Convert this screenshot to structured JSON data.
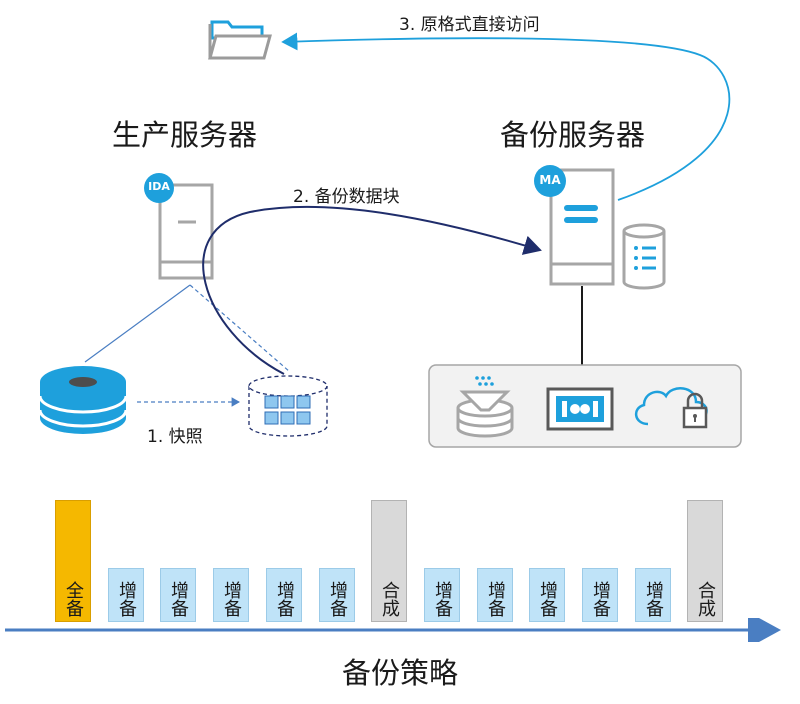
{
  "headings": {
    "production_server": "生产服务器",
    "backup_server": "备份服务器"
  },
  "steps": {
    "snapshot": "1. 快照",
    "backup_blocks": "2. 备份数据块",
    "native_access": "3. 原格式直接访问"
  },
  "badges": {
    "ida": "IDA",
    "ma": "MA"
  },
  "strategy": {
    "title": "备份策略",
    "bars": [
      {
        "type": "full",
        "label": "全备"
      },
      {
        "type": "inc",
        "label": "增备"
      },
      {
        "type": "inc",
        "label": "增备"
      },
      {
        "type": "inc",
        "label": "增备"
      },
      {
        "type": "inc",
        "label": "增备"
      },
      {
        "type": "inc",
        "label": "增备"
      },
      {
        "type": "syn",
        "label": "合成"
      },
      {
        "type": "inc",
        "label": "增备"
      },
      {
        "type": "inc",
        "label": "增备"
      },
      {
        "type": "inc",
        "label": "增备"
      },
      {
        "type": "inc",
        "label": "增备"
      },
      {
        "type": "inc",
        "label": "增备"
      },
      {
        "type": "syn",
        "label": "合成"
      }
    ]
  },
  "colors": {
    "accent": "#1ea0dc",
    "dark_arrow": "#1f2d6b",
    "full_backup": "#f5b800",
    "incremental": "#bfe3f8",
    "synthetic": "#d9d9d9",
    "axis": "#4a7ec2"
  },
  "icons": [
    "folder-icon",
    "production-server-icon",
    "backup-server-icon",
    "database-icon",
    "disk-icon",
    "snapshot-volume-icon",
    "dedup-icon",
    "tape-library-icon",
    "cloud-lock-icon"
  ]
}
